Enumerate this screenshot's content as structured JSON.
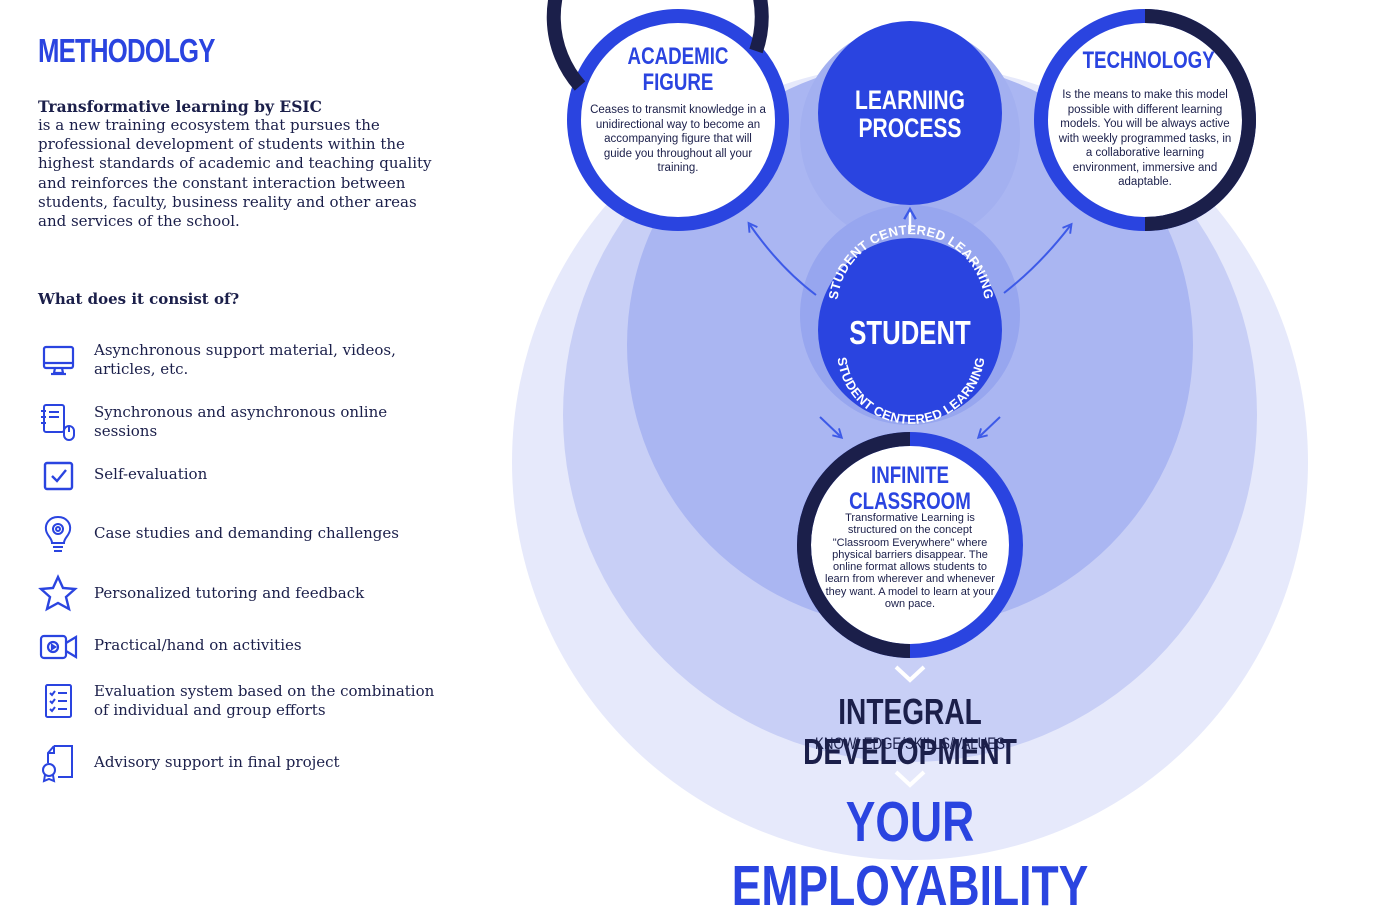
{
  "heading": "METHODOLGY",
  "intro": {
    "title": "Transformative learning by ESIC",
    "body": "is a new training ecosystem that pursues the professional development of students within the highest standards of academic and teaching quality and reinforces the constant interaction between students, faculty, business reality and other areas and services of the school."
  },
  "consist_title": "What does it consist of?",
  "features": [
    {
      "icon": "monitor-icon",
      "label": "Asynchronous support material, videos, articles, etc."
    },
    {
      "icon": "notebook-mouse-icon",
      "label": "Synchronous and asynchronous online sessions"
    },
    {
      "icon": "checkbox-icon",
      "label": "Self-evaluation"
    },
    {
      "icon": "lightbulb-gear-icon",
      "label": "Case studies and demanding challenges"
    },
    {
      "icon": "star-icon",
      "label": "Personalized tutoring and feedback"
    },
    {
      "icon": "video-camera-icon",
      "label": "Practical/hand on activities"
    },
    {
      "icon": "checklist-icon",
      "label": "Evaluation system based on the combination of individual and group efforts"
    },
    {
      "icon": "certificate-icon",
      "label": "Advisory support in final project"
    }
  ],
  "diagram": {
    "academic": {
      "title_1": "ACADEMIC",
      "title_2": "FIGURE",
      "body": "Ceases to transmit knowledge in a unidirectional way to become an accompanying figure that will guide you throughout all your training."
    },
    "learning": {
      "title_1": "LEARNING",
      "title_2": "PROCESS"
    },
    "technology": {
      "title": "TECHNOLOGY",
      "body": "Is the means to make this model possible with different learning models. You will be always active with weekly programmed tasks, in a collaborative learning environment, immersive and adaptable."
    },
    "student": {
      "title": "STUDENT",
      "ring_text": "STUDENT CENTERED LEARNING"
    },
    "classroom": {
      "title_1": "INFINITE",
      "title_2": "CLASSROOM",
      "body": "Transformative Learning is structured on the concept \"Classroom Everywhere\" where physical barriers disappear. The online format allows students to learn from wherever and whenever they want. A model to learn at your own pace."
    },
    "integral": {
      "title": "INTEGRAL DEVELOPMENT",
      "subtitle": "KNOWLEDGE/SKILLS/VALUES"
    },
    "employability": "YOUR EMPLOYABILITY"
  },
  "colors": {
    "primary_blue": "#2a44e0",
    "navy": "#1b1f4a",
    "light_bg": "#e6e9fb"
  }
}
